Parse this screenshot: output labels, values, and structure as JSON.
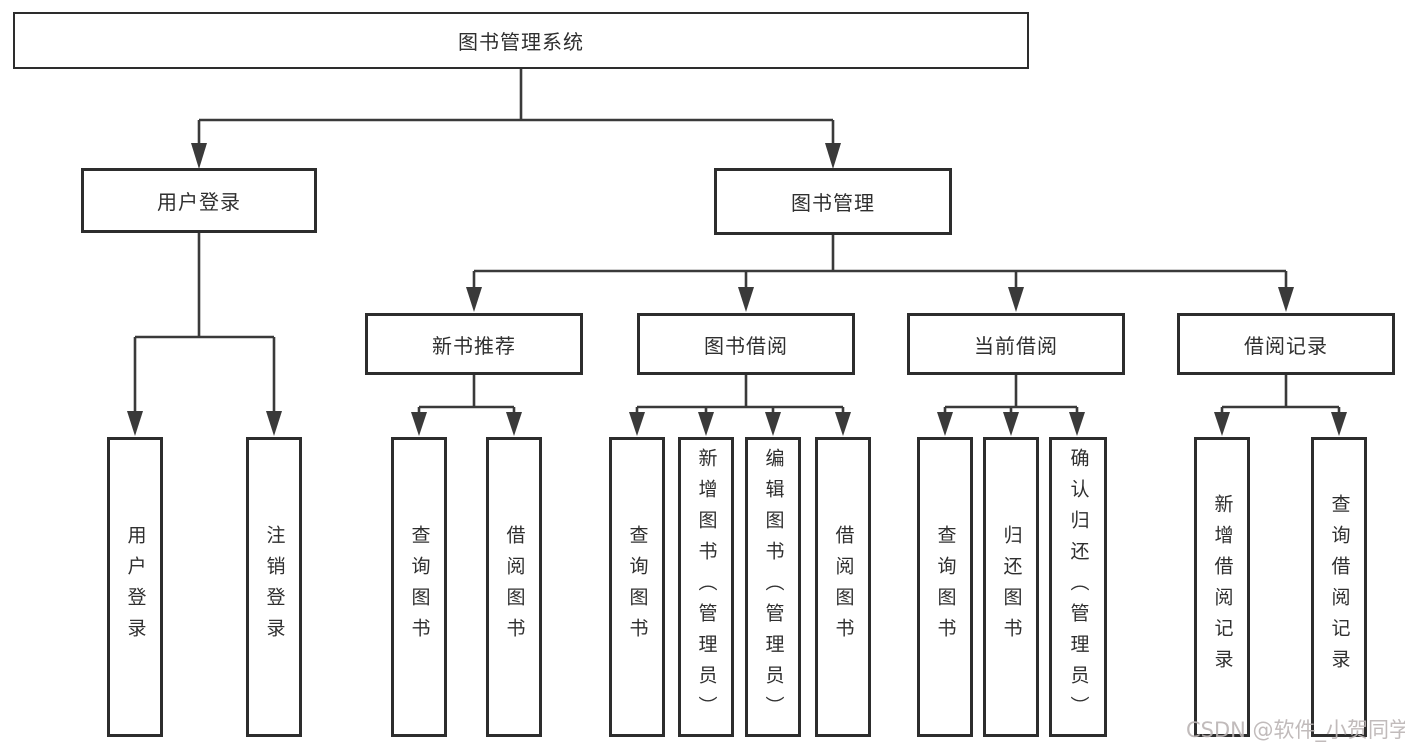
{
  "tree": {
    "root": {
      "label": "图书管理系统"
    },
    "children": [
      {
        "label": "用户登录",
        "children": [
          {
            "label": "用户登录"
          },
          {
            "label": "注销登录"
          }
        ]
      },
      {
        "label": "图书管理",
        "children": [
          {
            "label": "新书推荐",
            "children": [
              {
                "label": "查询图书"
              },
              {
                "label": "借阅图书"
              }
            ]
          },
          {
            "label": "图书借阅",
            "children": [
              {
                "label": "查询图书"
              },
              {
                "label": "新增图书（管理员）"
              },
              {
                "label": "编辑图书（管理员）"
              },
              {
                "label": "借阅图书"
              }
            ]
          },
          {
            "label": "当前借阅",
            "children": [
              {
                "label": "查询图书"
              },
              {
                "label": "归还图书"
              },
              {
                "label": "确认归还（管理员）"
              }
            ]
          },
          {
            "label": "借阅记录",
            "children": [
              {
                "label": "新增借阅记录"
              },
              {
                "label": "查询借阅记录"
              }
            ]
          }
        ]
      }
    ]
  },
  "watermark": {
    "text": "CSDN @软件_小贺同学"
  },
  "colors": {
    "background": "#ffffff",
    "box_border": "#2d2d2d",
    "connector_line": "#3a3a3a",
    "text": "#2f2f2f",
    "watermark_text": "#bab4b4"
  }
}
